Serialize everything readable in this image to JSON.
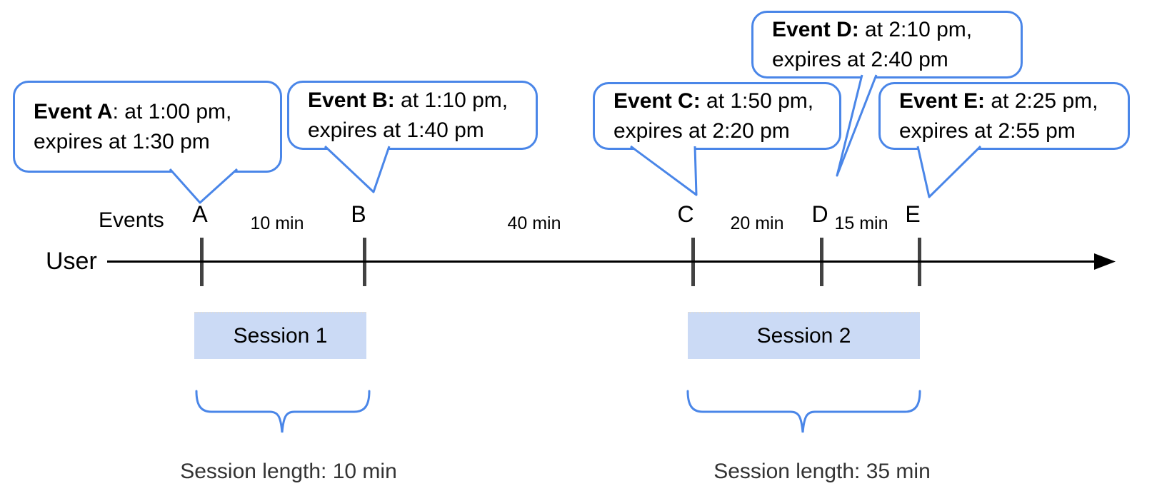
{
  "colors": {
    "bubble_border": "#4a86e8",
    "brace": "#4a86e8",
    "session_fill": "#cbdaf5",
    "tick": "#424242",
    "axis": "#000000",
    "session_length_text": "#333333"
  },
  "callouts": [
    {
      "id": "A",
      "bold": "Event A",
      "rest": ": at 1:00 pm,",
      "line2": "expires at 1:30 pm"
    },
    {
      "id": "B",
      "bold": "Event B:",
      "rest": " at 1:10 pm,",
      "line2": "expires at 1:40 pm"
    },
    {
      "id": "C",
      "bold": "Event C:",
      "rest": " at 1:50 pm,",
      "line2": "expires at 2:20 pm"
    },
    {
      "id": "D",
      "bold": "Event D:",
      "rest": " at 2:10 pm,",
      "line2": "expires at 2:40 pm"
    },
    {
      "id": "E",
      "bold": "Event E:",
      "rest": " at 2:25 pm,",
      "line2": "expires at 2:55 pm"
    }
  ],
  "timeline": {
    "axis_label": "User",
    "events_heading": "Events",
    "event_marks": [
      "A",
      "B",
      "C",
      "D",
      "E"
    ],
    "intervals": [
      "10 min",
      "40 min",
      "20 min",
      "15 min"
    ]
  },
  "sessions": [
    {
      "label": "Session 1",
      "length_label": "Session length: 10 min"
    },
    {
      "label": "Session 2",
      "length_label": "Session length: 35 min"
    }
  ]
}
